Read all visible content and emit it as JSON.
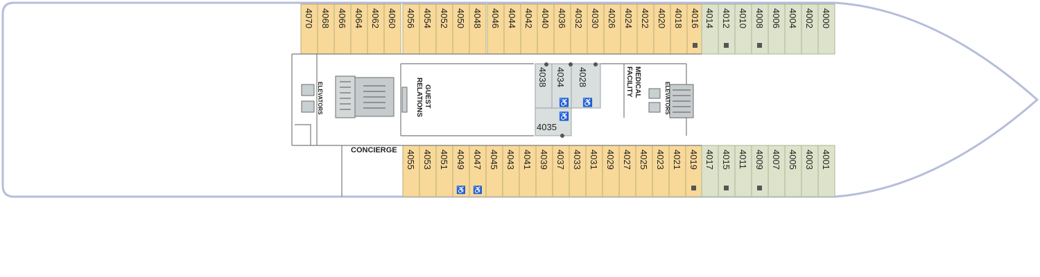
{
  "colors": {
    "hull_outline": "#b6bddb",
    "veranda_cabin": "#f8d999",
    "suite_cabin": "#dde3ca",
    "interior_cabin": "#d9dfdf",
    "wall": "#7a7a7a",
    "marker": "#555555"
  },
  "areas": {
    "elevators_aft": "ELEVATORS",
    "guest_relations_line1": "GUEST",
    "guest_relations_line2": "RELATIONS",
    "medical_line1": "MEDICAL",
    "medical_line2": "FACILITY",
    "elevators_fwd": "ELEVATORS",
    "concierge": "CONCIERGE"
  },
  "top_row_aft": [
    {
      "number": "4070",
      "type": "veranda"
    },
    {
      "number": "4068",
      "type": "veranda"
    },
    {
      "number": "4066",
      "type": "veranda"
    },
    {
      "number": "4064",
      "type": "veranda"
    },
    {
      "number": "4062",
      "type": "veranda"
    },
    {
      "number": "4060",
      "type": "veranda"
    }
  ],
  "top_row_mid": [
    {
      "number": "4056",
      "type": "veranda"
    },
    {
      "number": "4054",
      "type": "veranda"
    },
    {
      "number": "4052",
      "type": "veranda"
    },
    {
      "number": "4050",
      "type": "veranda"
    },
    {
      "number": "4048",
      "type": "veranda"
    }
  ],
  "top_row_fwd": [
    {
      "number": "4046",
      "type": "veranda"
    },
    {
      "number": "4044",
      "type": "veranda"
    },
    {
      "number": "4042",
      "type": "veranda"
    },
    {
      "number": "4040",
      "type": "veranda"
    },
    {
      "number": "4036",
      "type": "veranda"
    },
    {
      "number": "4032",
      "type": "veranda"
    },
    {
      "number": "4030",
      "type": "veranda"
    },
    {
      "number": "4026",
      "type": "veranda"
    },
    {
      "number": "4024",
      "type": "veranda"
    },
    {
      "number": "4022",
      "type": "veranda"
    },
    {
      "number": "4020",
      "type": "veranda"
    },
    {
      "number": "4018",
      "type": "veranda"
    },
    {
      "number": "4016",
      "type": "veranda",
      "connecting": true
    }
  ],
  "top_row_bow": [
    {
      "number": "4014",
      "type": "suite"
    },
    {
      "number": "4012",
      "type": "suite",
      "connecting": true
    },
    {
      "number": "4010",
      "type": "suite"
    },
    {
      "number": "4008",
      "type": "suite",
      "connecting": true
    },
    {
      "number": "4006",
      "type": "suite"
    },
    {
      "number": "4004",
      "type": "suite"
    },
    {
      "number": "4002",
      "type": "suite"
    },
    {
      "number": "4000",
      "type": "suite"
    }
  ],
  "bottom_row_mid": [
    {
      "number": "4055",
      "type": "veranda"
    },
    {
      "number": "4053",
      "type": "veranda"
    },
    {
      "number": "4051",
      "type": "veranda"
    },
    {
      "number": "4049",
      "type": "veranda",
      "accessible": true
    },
    {
      "number": "4047",
      "type": "veranda",
      "accessible": true
    },
    {
      "number": "4045",
      "type": "veranda"
    },
    {
      "number": "4043",
      "type": "veranda"
    },
    {
      "number": "4041",
      "type": "veranda"
    },
    {
      "number": "4039",
      "type": "veranda"
    },
    {
      "number": "4037",
      "type": "veranda"
    },
    {
      "number": "4033",
      "type": "veranda"
    },
    {
      "number": "4031",
      "type": "veranda"
    },
    {
      "number": "4029",
      "type": "veranda"
    },
    {
      "number": "4027",
      "type": "veranda"
    },
    {
      "number": "4025",
      "type": "veranda"
    },
    {
      "number": "4023",
      "type": "veranda"
    },
    {
      "number": "4021",
      "type": "veranda"
    },
    {
      "number": "4019",
      "type": "veranda",
      "connecting": true
    }
  ],
  "bottom_row_bow": [
    {
      "number": "4017",
      "type": "suite"
    },
    {
      "number": "4015",
      "type": "suite",
      "connecting": true
    },
    {
      "number": "4011",
      "type": "suite"
    },
    {
      "number": "4009",
      "type": "suite",
      "connecting": true
    },
    {
      "number": "4007",
      "type": "suite"
    },
    {
      "number": "4005",
      "type": "suite"
    },
    {
      "number": "4003",
      "type": "suite"
    },
    {
      "number": "4001",
      "type": "suite"
    }
  ],
  "interior_cabins": [
    {
      "number": "4038",
      "accessible": false
    },
    {
      "number": "4034",
      "accessible": true
    },
    {
      "number": "4028",
      "accessible": true
    },
    {
      "number": "4035",
      "accessible": true
    }
  ]
}
